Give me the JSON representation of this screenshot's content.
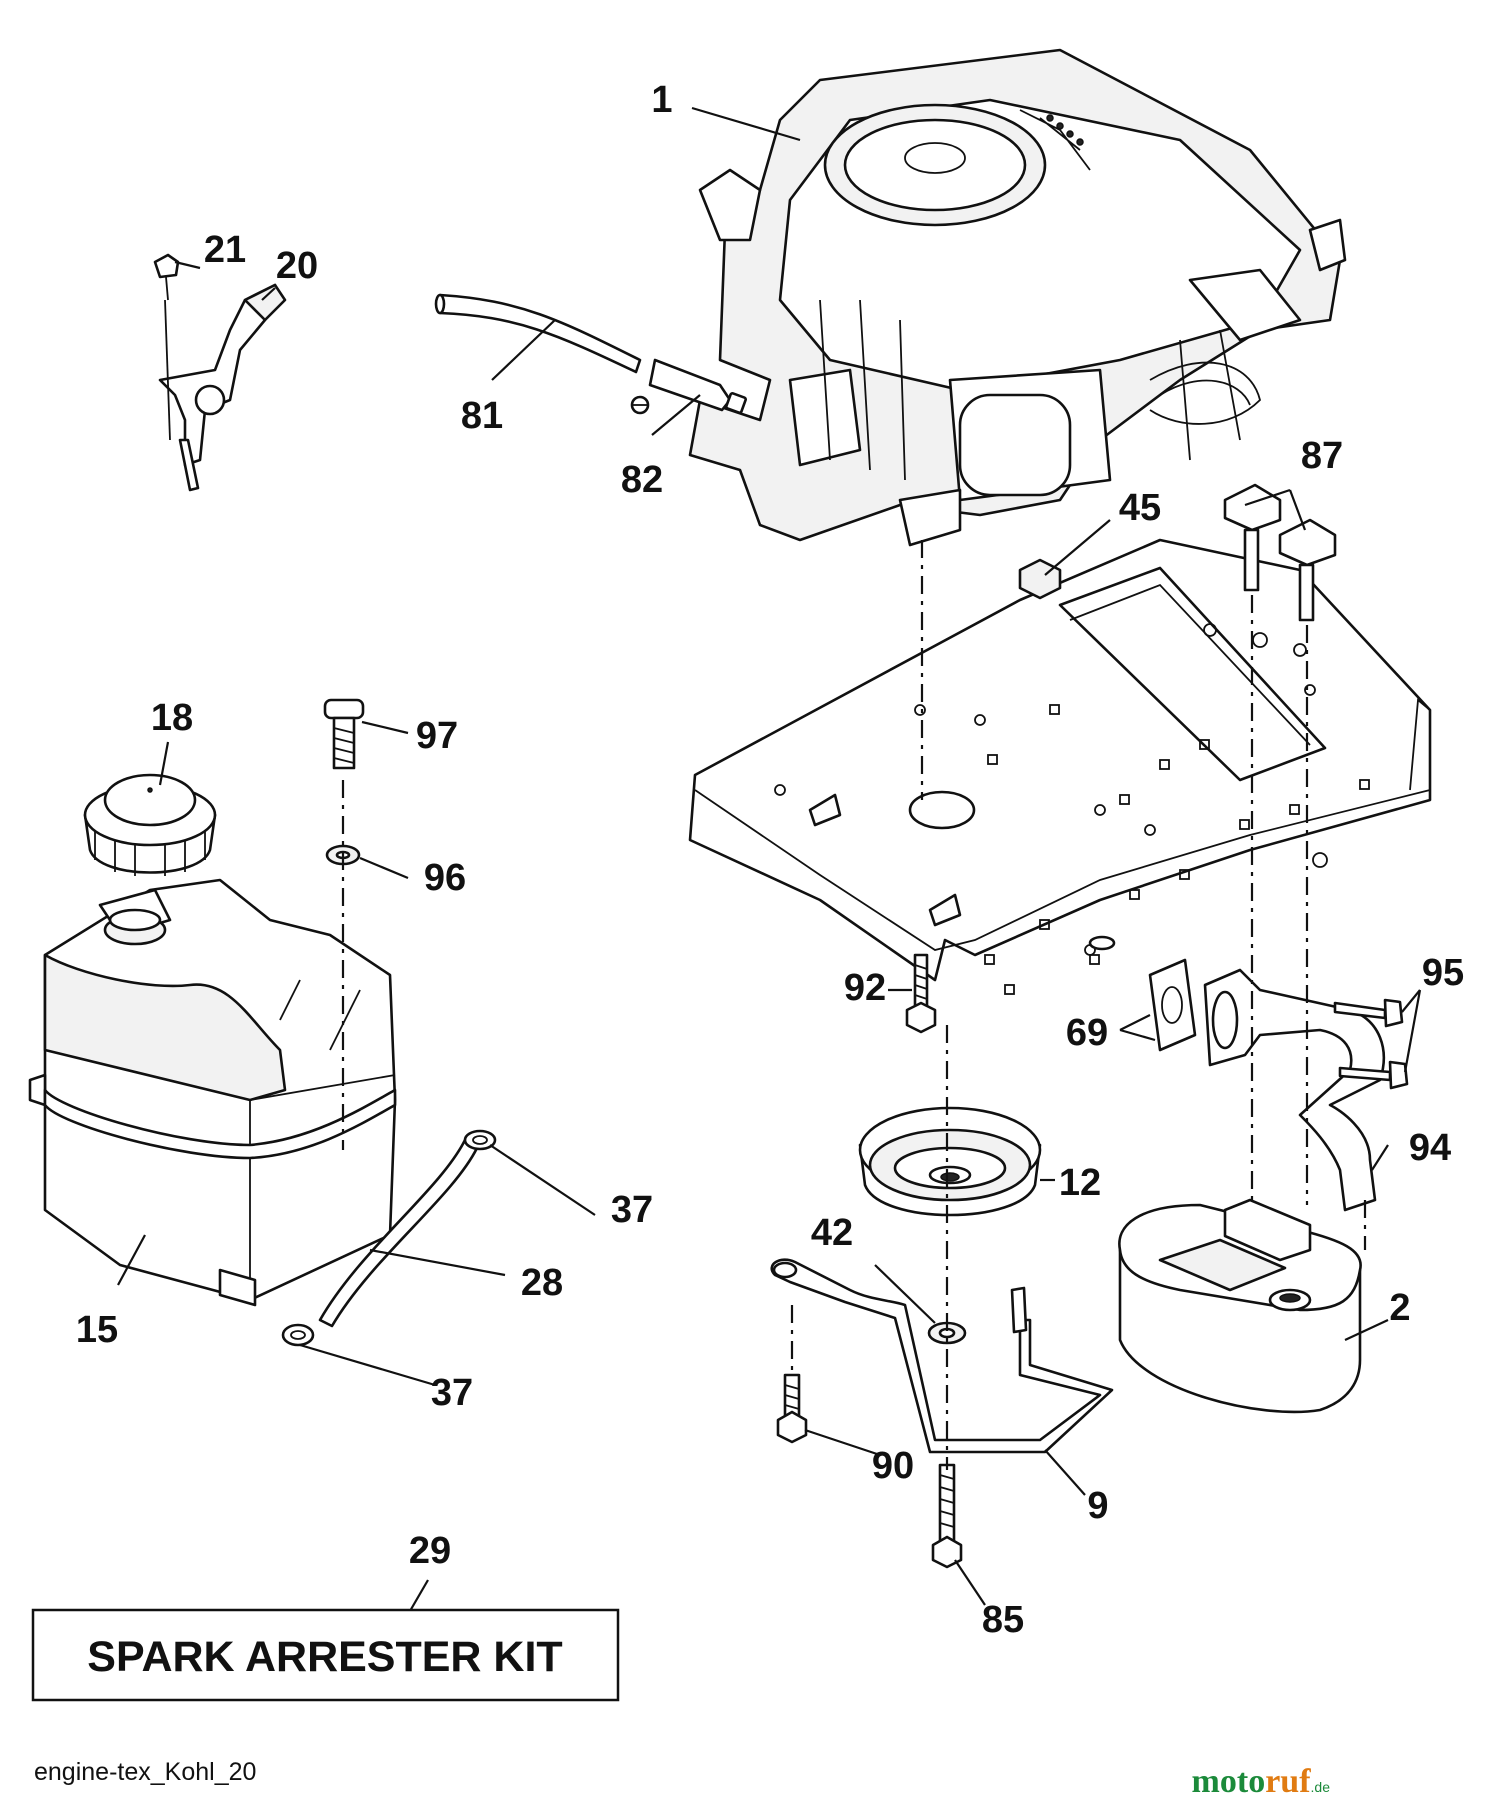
{
  "callouts": {
    "c1": "1",
    "c2": "2",
    "c9": "9",
    "c12": "12",
    "c15": "15",
    "c18": "18",
    "c20": "20",
    "c21": "21",
    "c28": "28",
    "c29": "29",
    "c37a": "37",
    "c37b": "37",
    "c42": "42",
    "c45": "45",
    "c69": "69",
    "c81": "81",
    "c82": "82",
    "c85": "85",
    "c87": "87",
    "c90": "90",
    "c92": "92",
    "c94": "94",
    "c95": "95",
    "c96": "96",
    "c97": "97"
  },
  "kit_label": "SPARK ARRESTER KIT",
  "footer_label": "engine-tex_Kohl_20",
  "watermark": {
    "part1": "moto",
    "part2": "ruf",
    "suffix": ".de"
  },
  "colors": {
    "line": "#111111",
    "watermark_green": "#1b8a3a",
    "watermark_orange": "#e07b12"
  }
}
